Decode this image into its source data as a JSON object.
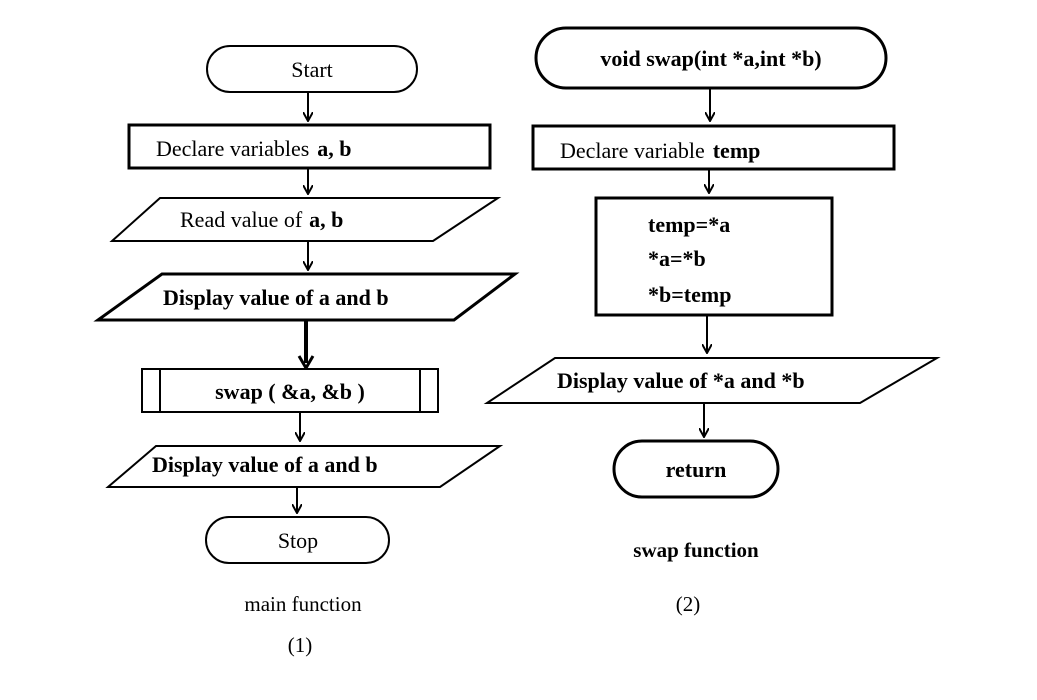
{
  "main_flow": {
    "start": "Start",
    "declare_prefix": "Declare variables",
    "declare_vars": "a, b",
    "read_prefix": "Read value of",
    "read_vars": "a, b",
    "display_before": "Display value of a and b",
    "swap_call": "swap ( &a, &b )",
    "display_after": "Display value of a and b",
    "stop": "Stop",
    "caption": "main function",
    "number": "(1)"
  },
  "swap_flow": {
    "signature": "void swap(int *a,int *b)",
    "declare_prefix": "Declare variable",
    "declare_var": "temp",
    "statements": [
      "temp=*a",
      "*a=*b",
      "*b=temp"
    ],
    "display": "Display value of *a and *b",
    "return": "return",
    "caption": "swap function",
    "number": "(2)"
  }
}
